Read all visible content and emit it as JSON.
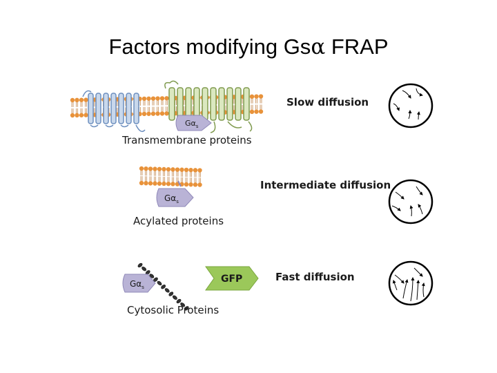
{
  "slide": {
    "title_prefix": "Factors modifying Gs",
    "title_symbol": "α",
    "title_suffix": " FRAP"
  },
  "rows": [
    {
      "diffusion_label": "Slow diffusion",
      "protein_label": "Transmembrane proteins",
      "g_alpha": "Gα",
      "subscript": "s"
    },
    {
      "diffusion_label": "Intermediate diffusion",
      "protein_label": "Acylated proteins",
      "g_alpha": "Gα",
      "subscript": "s"
    },
    {
      "diffusion_label": "Fast diffusion",
      "protein_label": "Cytosolic Proteins",
      "g_alpha": "Gα",
      "subscript": "s",
      "tag_label": "GFP"
    }
  ],
  "colors": {
    "lipid_head": "#e8923a",
    "receptor_blue": "#9fb8d8",
    "receptor_green": "#c6d9a0",
    "g_alpha_fill": "#b9b3d6",
    "gfp_fill": "#9bc85a",
    "text": "#1a1a1a"
  }
}
